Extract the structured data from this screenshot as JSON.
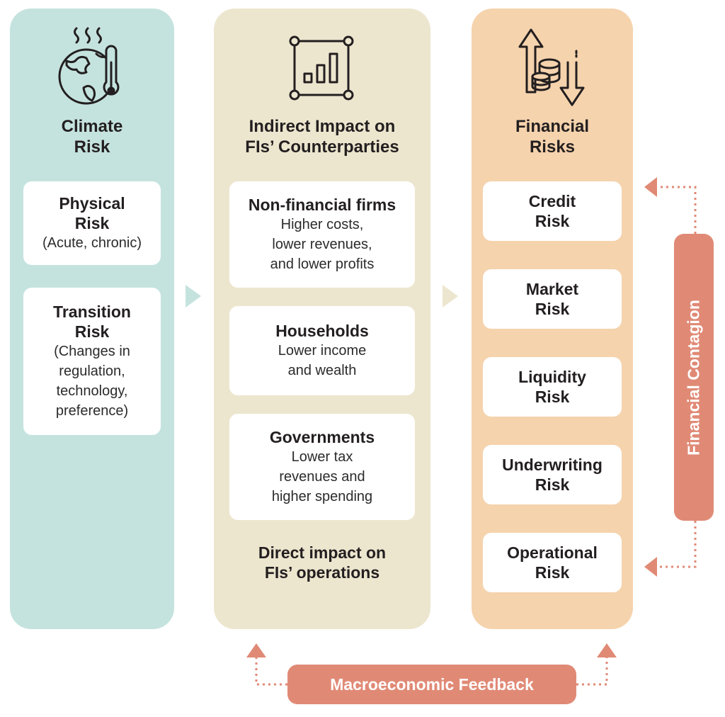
{
  "columns": {
    "climate": {
      "title": "Climate\nRisk",
      "cards": [
        {
          "title": "Physical\nRisk",
          "desc": "(Acute, chronic)"
        },
        {
          "title": "Transition\nRisk",
          "desc": "(Changes in\nregulation,\ntechnology,\npreference)"
        }
      ]
    },
    "indirect": {
      "title": "Indirect Impact on\nFIs’ Counterparties",
      "cards": [
        {
          "title": "Non-financial firms",
          "desc": "Higher costs,\nlower revenues,\nand lower profits"
        },
        {
          "title": "Households",
          "desc": "Lower income\nand wealth"
        },
        {
          "title": "Governments",
          "desc": "Lower tax\nrevenues and\nhigher spending"
        }
      ],
      "footer": "Direct impact on\nFIs’ operations"
    },
    "financial": {
      "title": "Financial\nRisks",
      "cards": [
        {
          "title": "Credit\nRisk"
        },
        {
          "title": "Market\nRisk"
        },
        {
          "title": "Liquidity\nRisk"
        },
        {
          "title": "Underwriting\nRisk"
        },
        {
          "title": "Operational\nRisk"
        }
      ]
    }
  },
  "feedback": {
    "contagion": "Financial Contagion",
    "macro": "Macroeconomic Feedback"
  },
  "colors": {
    "climate_bg": "#c5e3de",
    "indirect_bg": "#ede6cf",
    "financial_bg": "#f5d3ad",
    "accent": "#e08a76"
  },
  "icons": [
    "globe-thermometer-icon",
    "bar-chart-icon",
    "coins-arrows-icon"
  ]
}
